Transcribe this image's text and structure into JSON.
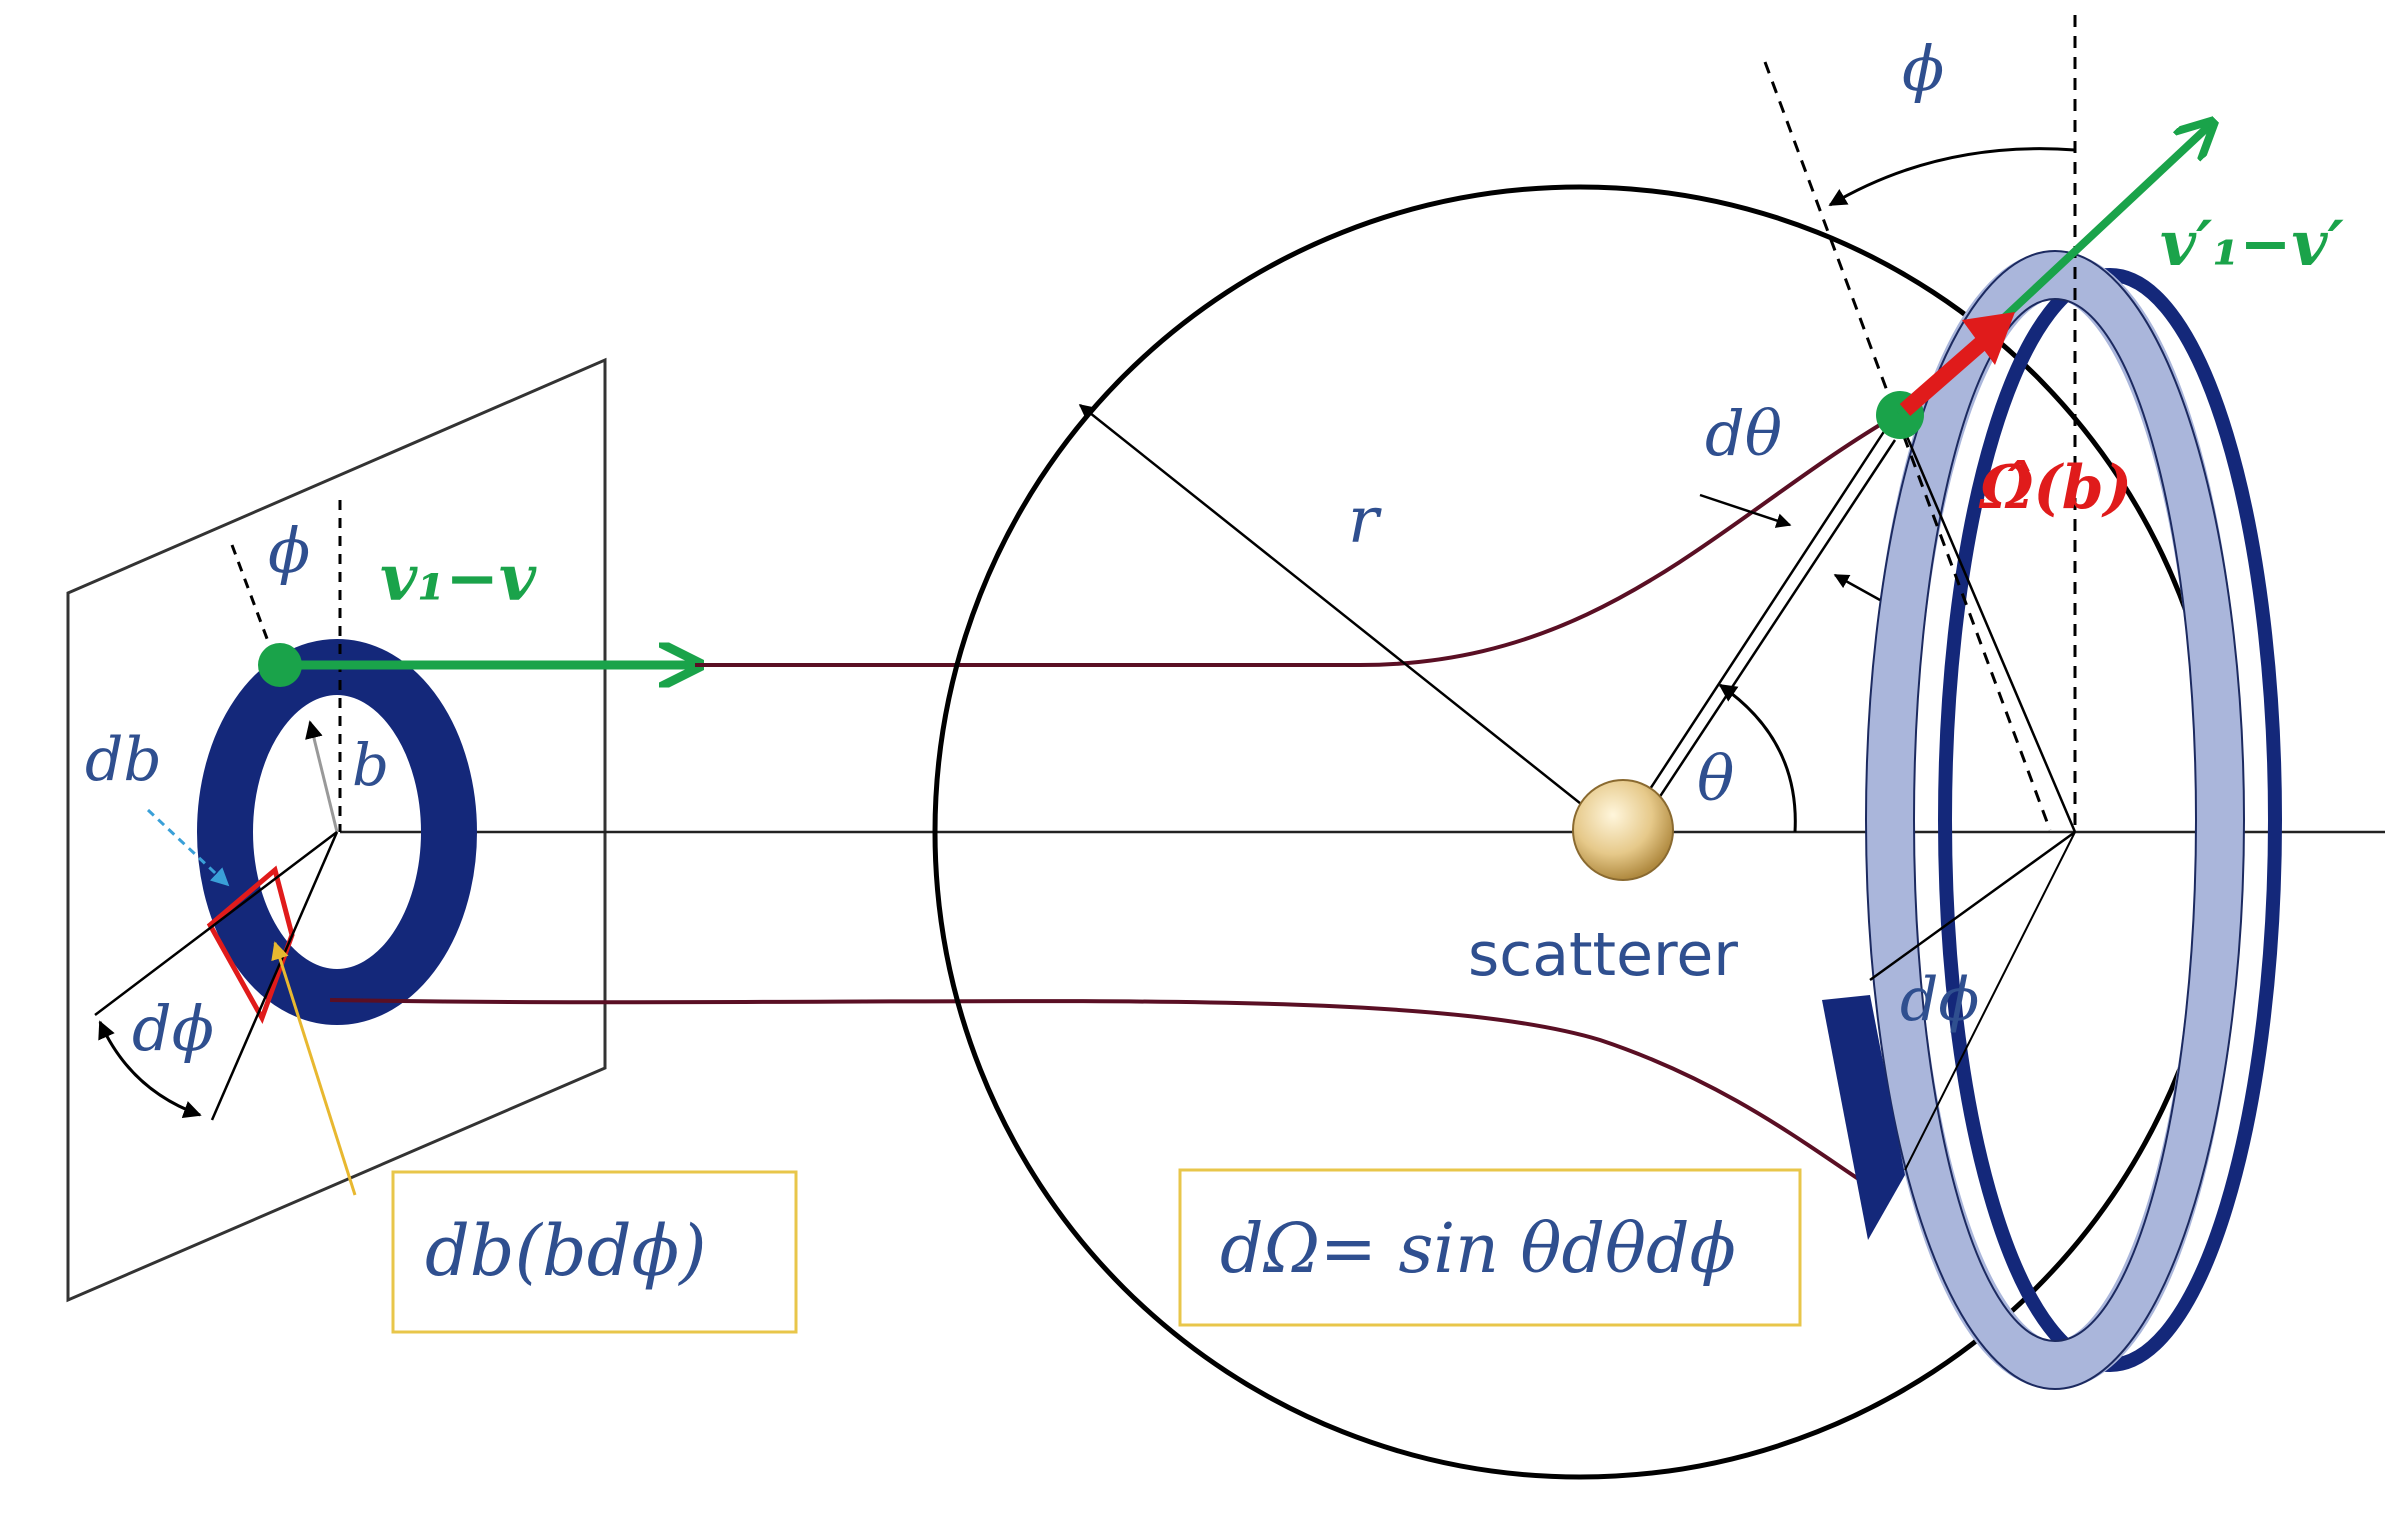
{
  "colors": {
    "blue_text": "#2f4f8f",
    "green": "#1aa34a",
    "red": "#e01b1b",
    "navy": "#14287a",
    "light_blue": "#aab6db",
    "dark_red": "#5a0f24",
    "gold_box": "#e8c64a",
    "gold_sphere": "#e6c98a"
  },
  "labels": {
    "phi_left": "ϕ",
    "v_incoming": "v₁−v",
    "db": "db",
    "b": "b",
    "dphi_left": "dϕ",
    "area_element": "db(bdϕ)",
    "r": "r",
    "dtheta": "dθ",
    "theta": "θ",
    "phi_right": "ϕ",
    "v_outgoing": "v′₁−v′",
    "omega_hat": "Ω̂(b)",
    "scatterer": "scatterer",
    "dphi_right": "dϕ",
    "solid_angle": "dΩ= sin θdθdϕ"
  }
}
